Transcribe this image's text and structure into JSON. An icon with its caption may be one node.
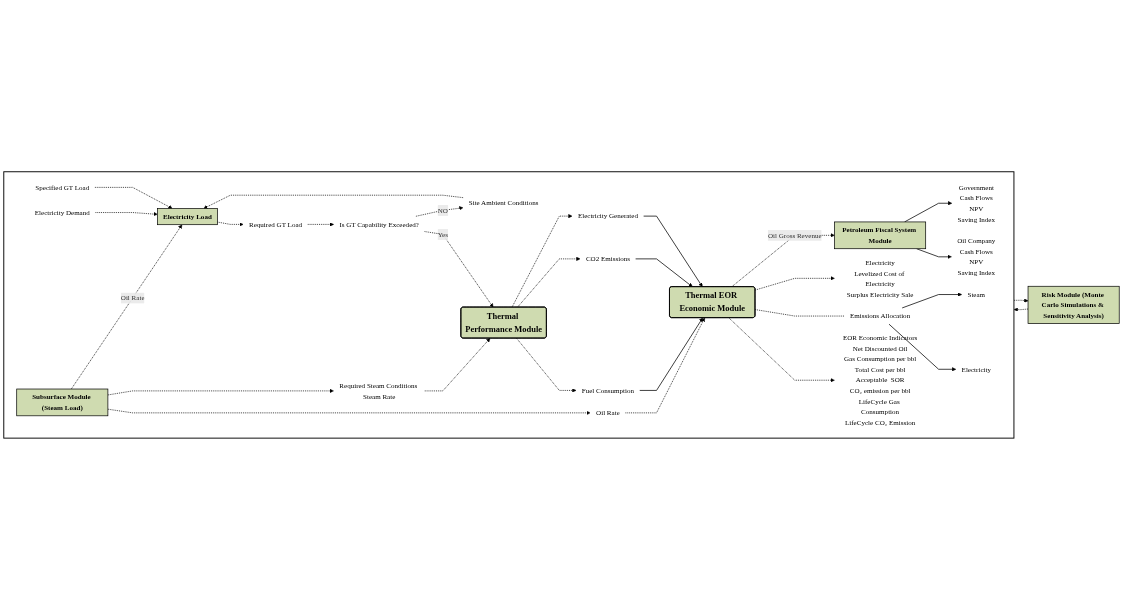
{
  "diagram": {
    "nodes": [
      {
        "text": [
          "Risk Module (Monte Carlo Simulations & Sensitivity Analysis)"
        ]
      },
      {
        "text": [],
        "shape": "box"
      },
      {
        "text": [
          "Subsurface Module (Steam Load)"
        ],
        "in": 1
      },
      {
        "text": [
          "Electricity Load"
        ],
        "in": 1
      },
      {
        "text": [
          "Electricity Demand"
        ],
        "in": 1
      },
      {
        "text": [
          "Site Ambient Conditions"
        ],
        "in": 1
      },
      {
        "text": [
          "Specified GT Load"
        ],
        "in": 1
      },
      {
        "text": [
          "Required Steam Conditions Steam Rate"
        ],
        "in": 1
      },
      {
        "text": [
          "Required GT Load"
        ],
        "in": 1
      },
      {
        "text": [
          "Thermal Performance Module"
        ],
        "in": 1
      },
      {
        "text": [
          "Is GT Capability Exceeded?"
        ],
        "in": 1
      },
      {
        "text": [
          "Oil Rate"
        ],
        "in": 1
      },
      {
        "text": [
          "Fuel Consumption"
        ],
        "in": 1
      },
      {
        "text": [
          "CO2 Emissions"
        ],
        "in": 1
      },
      {
        "text": [
          "Electricity Generated"
        ],
        "in": 1
      },
      {
        "text": [
          "Thermal EOR Economic Module"
        ],
        "in": 1
      },
      {
        "text": [
          "EOR Economic Indicators",
          "Net Discounted Oil",
          "Gas Consumption per bbl",
          "Total Cost per bbl",
          "Acceptable  SOR",
          "CO₂ emission per bbl",
          "LifeCycle Gas Consumption",
          "LifeCycle CO₂ Emission"
        ],
        "in": 1
      },
      {
        "text": [
          "Petroleum Fiscal System Module"
        ],
        "in": 1
      },
      {
        "text": [
          "Electricity",
          "Levelized Cost of Electricity",
          "Surplus Electricity Sale"
        ],
        "in": 1
      },
      {
        "text": [
          "Emissions Allocation"
        ],
        "in": 1
      },
      {
        "text": [
          "Government",
          "Cash Flows",
          "NPV",
          "Saving Index"
        ],
        "in": 1
      },
      {
        "text": [
          "Oil Company",
          "Cash Flows",
          "NPV",
          "Saving Index"
        ],
        "in": 1
      },
      {
        "text": [
          "Steam"
        ],
        "in": 1
      },
      {
        "text": [
          "Electricity"
        ],
        "in": 1
      }
    ],
    "edges": [
      {
        "from": 0,
        "to": 1,
        "arrow": "to",
        "style": "dashed"
      },
      {
        "from": 1,
        "to": 0,
        "arrow": "to",
        "style": "dashed"
      },
      {
        "from": 2,
        "to": 3,
        "arrow": "to",
        "style": "dashed",
        "label": "Oil Rate"
      },
      {
        "from": 4,
        "to": 3,
        "arrow": "to",
        "style": "dashed"
      },
      {
        "from": 5,
        "to": 3,
        "arrow": "to",
        "style": "dashed"
      },
      {
        "from": 6,
        "to": 3,
        "arrow": "to",
        "style": "dashed"
      },
      {
        "from": 2,
        "to": 7,
        "arrow": "to",
        "style": "dashed"
      },
      {
        "from": 7,
        "to": 9,
        "arrow": "to",
        "style": "dashed"
      },
      {
        "from": 3,
        "to": 8,
        "arrow": "to",
        "style": "dashed"
      },
      {
        "from": 8,
        "to": 10,
        "arrow": "to",
        "style": "dashed"
      },
      {
        "from": 10,
        "to": 9,
        "arrow": "to",
        "style": "dashed",
        "label": "Yes"
      },
      {
        "from": 10,
        "to": 5,
        "arrow": "to",
        "style": "dashed",
        "label": "NO"
      },
      {
        "from": 2,
        "to": 11,
        "arrow": "to",
        "style": "dashed"
      },
      {
        "from": 11,
        "to": 15,
        "arrow": "to",
        "style": "dashed"
      },
      {
        "from": 9,
        "to": 12,
        "arrow": "to",
        "style": "dashed"
      },
      {
        "from": 9,
        "to": 13,
        "arrow": "to",
        "style": "dashed"
      },
      {
        "from": 9,
        "to": 14,
        "arrow": "to",
        "style": "dashed"
      },
      {
        "from": 12,
        "to": 15,
        "arrow": "to"
      },
      {
        "from": 13,
        "to": 15,
        "arrow": "to"
      },
      {
        "from": 14,
        "to": 15,
        "arrow": "to"
      },
      {
        "from": 15,
        "to": 17,
        "arrow": "to",
        "style": "dashed",
        "label": "Oil Gross Revenue"
      },
      {
        "from": 15,
        "to": 18,
        "arrow": "to",
        "style": "dashed"
      },
      {
        "from": 15,
        "to": 19,
        "arrow": "none",
        "style": "dashed"
      },
      {
        "from": 15,
        "to": 16,
        "arrow": "to",
        "style": "dashed"
      },
      {
        "from": 17,
        "to": 20,
        "arrow": "to"
      },
      {
        "from": 17,
        "to": 21,
        "arrow": "to"
      },
      {
        "from": 19,
        "to": 22,
        "arrow": "to"
      },
      {
        "from": 19,
        "to": 23,
        "arrow": "to"
      }
    ]
  }
}
